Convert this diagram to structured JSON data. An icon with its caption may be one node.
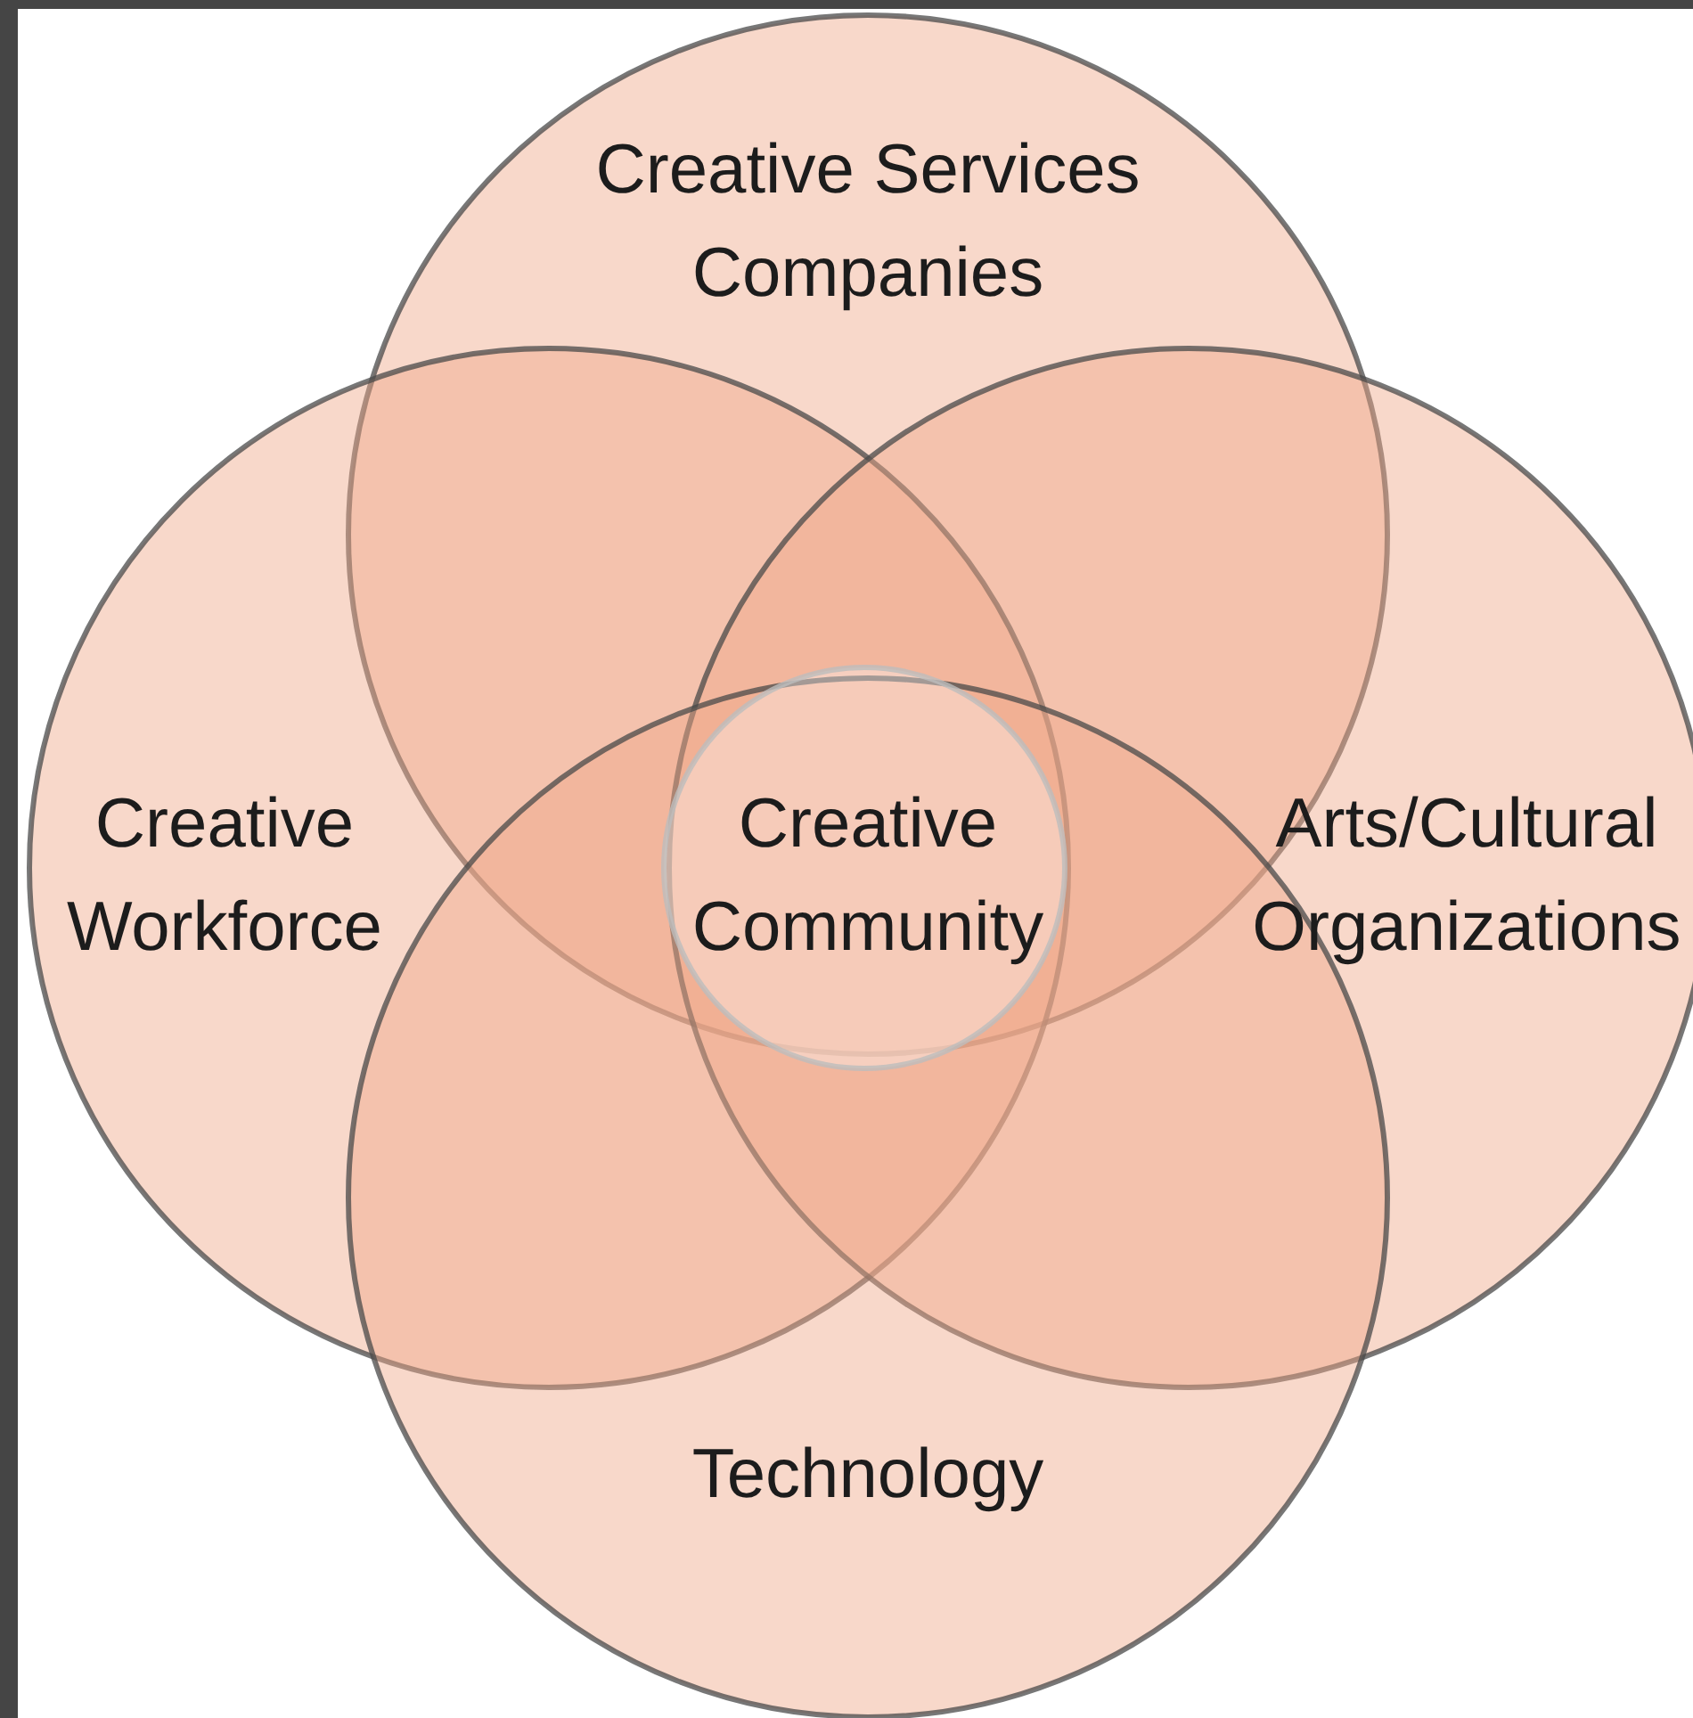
{
  "diagram": {
    "nodes": [
      {
        "text": [
          "Creative Services Companies"
        ]
      },
      {
        "text": [
          "Creative Workforce"
        ]
      },
      {
        "text": [
          "Arts/Cultural Organizations"
        ]
      },
      {
        "text": [
          "Technology"
        ]
      },
      {
        "text": [
          "Creative Community"
        ]
      }
    ]
  }
}
